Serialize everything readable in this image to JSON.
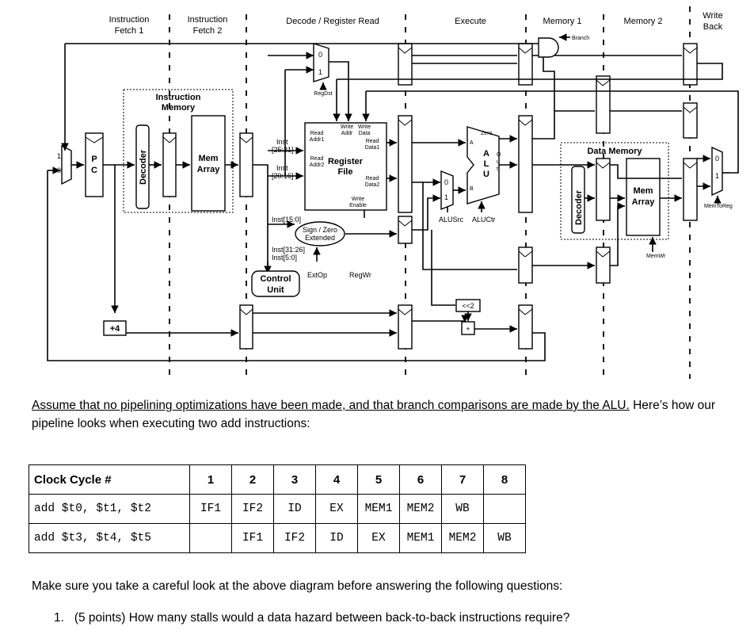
{
  "diagram": {
    "stages": [
      {
        "line1": "Instruction",
        "line2": "Fetch 1"
      },
      {
        "line1": "Instruction",
        "line2": "Fetch 2"
      },
      {
        "line1": "Decode / Register Read",
        "line2": ""
      },
      {
        "line1": "Execute",
        "line2": ""
      },
      {
        "line1": "Memory 1",
        "line2": ""
      },
      {
        "line1": "Memory 2",
        "line2": ""
      },
      {
        "line1": "Write",
        "line2": "Back"
      }
    ],
    "labels": {
      "branch": "Branch",
      "regdst": "RegDst",
      "instr_memory_1": "Instruction",
      "instr_memory_2": "Memory",
      "decoder": "Decoder",
      "mem_array_1": "Mem",
      "mem_array_2": "Array",
      "pc_p": "P",
      "pc_c": "C",
      "plus4": "+4",
      "inst_25_21_a": "Inst",
      "inst_25_21_b": "[25:21]",
      "inst_20_16_a": "Inst",
      "inst_20_16_b": "[20:16]",
      "inst_15_0": "Inst[15:0]",
      "inst_31_26": "Inst[31:26]",
      "inst_5_0": "Inst[5:0]",
      "read_addr1_a": "Read",
      "read_addr1_b": "Addr1",
      "read_addr2_a": "Read",
      "read_addr2_b": "Addr2",
      "write_addr_a": "Write",
      "write_addr_b": "Addr",
      "write_data_a": "Write",
      "write_data_b": "Data",
      "read_data1_a": "Read",
      "read_data1_b": "Data1",
      "read_data2_a": "Read",
      "read_data2_b": "Data2",
      "write_enable_a": "Write",
      "write_enable_b": "Enable",
      "register_file_1": "Register",
      "register_file_2": "File",
      "sign_ext_1": "Sign / Zero",
      "sign_ext_2": "Extended",
      "control_1": "Control",
      "control_2": "Unit",
      "extop": "ExtOp",
      "regwr": "RegWr",
      "zero": "Zero",
      "alu_a": "A",
      "alu_l": "L",
      "alu_u": "U",
      "port_a": "A",
      "port_b": "B",
      "out_o": "O",
      "out_u": "u",
      "out_t": "t",
      "alusrc": "ALUSrc",
      "aluctr": "ALUCtr",
      "shift": "<<2",
      "plus": "+",
      "data_memory": "Data Memory",
      "memwr": "MemWr",
      "memtoreg": "MemToReg",
      "mux0": "0",
      "mux1": "1"
    }
  },
  "text": {
    "p1_underlined": "Assume that no pipelining optimizations have been made, and that branch comparisons are made by the ALU.",
    "p1_rest": " Here’s how our pipeline looks when executing two add instructions:",
    "p2": "Make sure you take a careful look at the above diagram before answering the following questions:",
    "q1": "1.   (5 points) How many stalls would a data hazard between back-to-back instructions require?"
  },
  "table": {
    "header": [
      "Clock Cycle #",
      "1",
      "2",
      "3",
      "4",
      "5",
      "6",
      "7",
      "8"
    ],
    "rows": [
      [
        "add $t0, $t1, $t2",
        "IF1",
        "IF2",
        "ID",
        "EX",
        "MEM1",
        "MEM2",
        "WB",
        ""
      ],
      [
        "add $t3, $t4, $t5",
        "",
        "IF1",
        "IF2",
        "ID",
        "EX",
        "MEM1",
        "MEM2",
        "WB"
      ]
    ]
  }
}
